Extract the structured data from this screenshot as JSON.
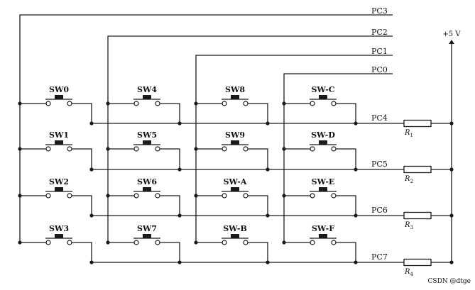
{
  "supply": {
    "label": "+5 V"
  },
  "column_lines": [
    "PC3",
    "PC2",
    "PC1",
    "PC0"
  ],
  "row_lines": [
    "PC4",
    "PC5",
    "PC6",
    "PC7"
  ],
  "switches": [
    [
      "SW0",
      "SW4",
      "SW8",
      "SW-C"
    ],
    [
      "SW1",
      "SW5",
      "SW9",
      "SW-D"
    ],
    [
      "SW2",
      "SW6",
      "SW-A",
      "SW-E"
    ],
    [
      "SW3",
      "SW7",
      "SW-B",
      "SW-F"
    ]
  ],
  "resistors": [
    {
      "letter": "R",
      "index": "1"
    },
    {
      "letter": "R",
      "index": "2"
    },
    {
      "letter": "R",
      "index": "3"
    },
    {
      "letter": "R",
      "index": "4"
    }
  ],
  "watermark": "CSDN @dtge"
}
